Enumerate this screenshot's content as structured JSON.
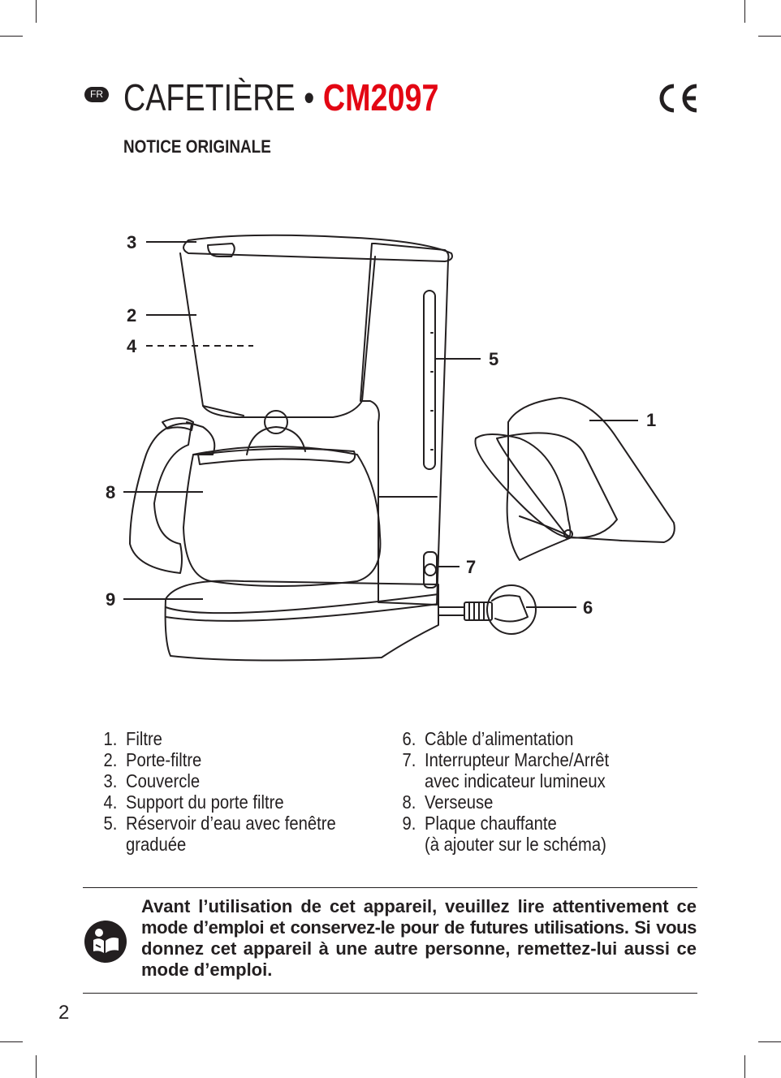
{
  "header": {
    "language_badge": "FR",
    "title_name": "CAFETIÈRE",
    "title_separator": "•",
    "title_model": "CM2097",
    "subtitle": "NOTICE ORIGINALE",
    "certification_mark": "CE"
  },
  "figure": {
    "callouts": [
      "1",
      "2",
      "3",
      "4",
      "5",
      "6",
      "7",
      "8",
      "9"
    ]
  },
  "parts_list": {
    "left": [
      {
        "num": "1.",
        "lines": [
          "Filtre"
        ]
      },
      {
        "num": "2.",
        "lines": [
          "Porte-filtre"
        ]
      },
      {
        "num": "3.",
        "lines": [
          "Couvercle"
        ]
      },
      {
        "num": "4.",
        "lines": [
          "Support du porte filtre"
        ]
      },
      {
        "num": "5.",
        "lines": [
          "Réservoir d’eau avec fenêtre",
          "graduée"
        ]
      }
    ],
    "right": [
      {
        "num": "6.",
        "lines": [
          "Câble d’alimentation"
        ]
      },
      {
        "num": "7.",
        "lines": [
          "Interrupteur Marche/Arrêt",
          "avec indicateur lumineux"
        ]
      },
      {
        "num": "8.",
        "lines": [
          "Verseuse"
        ]
      },
      {
        "num": "9.",
        "lines": [
          "Plaque chauffante",
          "(à ajouter sur le schéma)"
        ]
      }
    ]
  },
  "notice": {
    "icon": "read-manual-icon",
    "lines": [
      "Avant l’utilisation de cet appareil, veuillez lire attentivement ce",
      "mode d’emploi et conservez-le pour de futures utilisations. Si vous",
      "donnez cet appareil à une autre personne, remettez-lui aussi ce",
      "mode d’emploi."
    ]
  },
  "footer": {
    "page_number": "2"
  }
}
